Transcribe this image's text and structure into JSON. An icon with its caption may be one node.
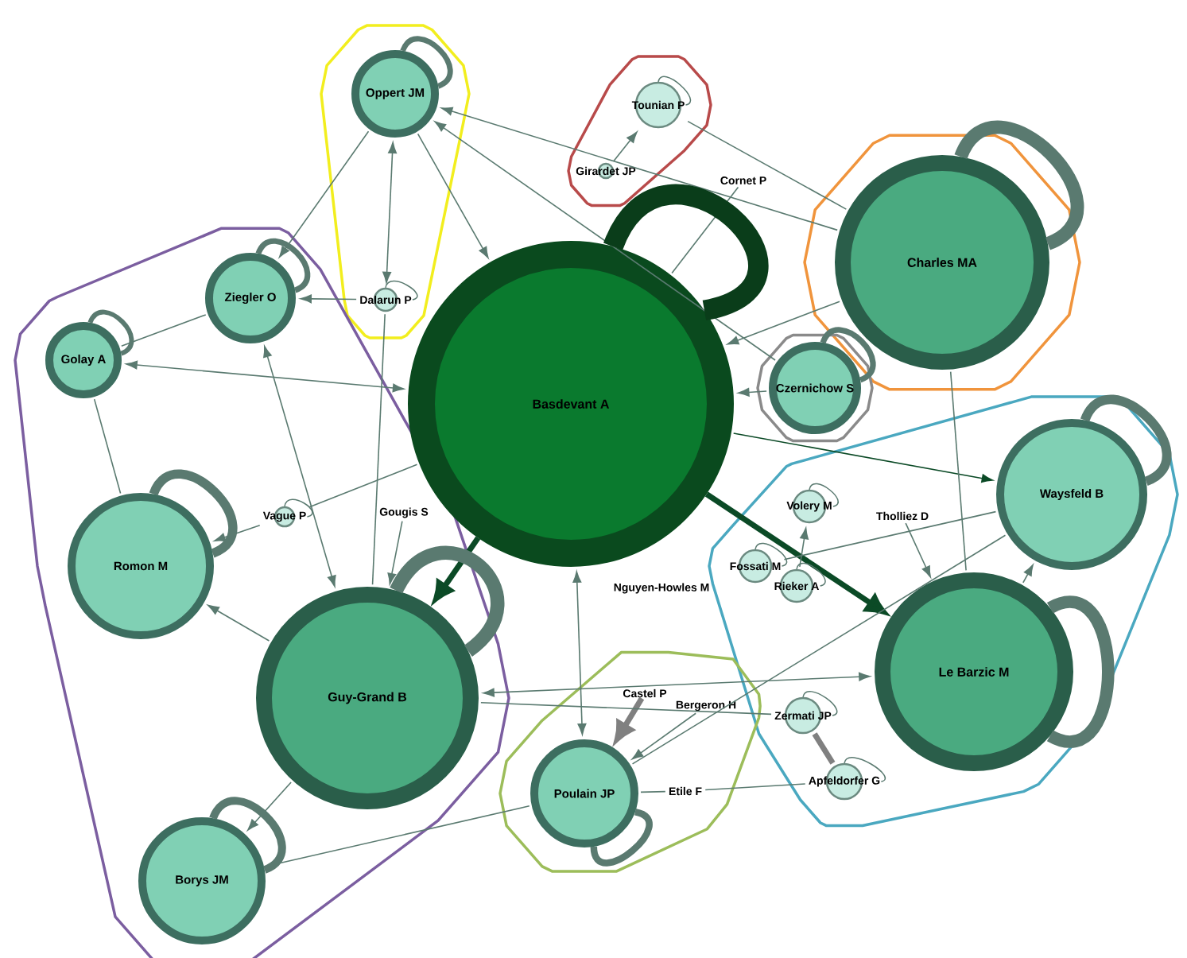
{
  "diagram": {
    "nodes": [
      {
        "text": [],
        "shape": "polygon"
      },
      {
        "text": [],
        "shape": "polygon"
      },
      {
        "text": [],
        "shape": "polygon"
      },
      {
        "text": [],
        "shape": "polygon"
      },
      {
        "text": [],
        "shape": "polygon"
      },
      {
        "text": [],
        "shape": "polygon"
      },
      {
        "text": [],
        "shape": "polygon"
      },
      {
        "text": [
          "Basdevant A"
        ]
      },
      {
        "text": [
          "Oppert JM"
        ],
        "in": 0
      },
      {
        "text": [
          "Tounian P"
        ],
        "in": 1
      },
      {
        "text": [
          "Girardet JP"
        ],
        "in": 1
      },
      {
        "text": [
          "Cornet P"
        ]
      },
      {
        "text": [
          "Charles MA"
        ],
        "in": 3
      },
      {
        "text": [
          "Ziegler O"
        ],
        "in": 2
      },
      {
        "text": [
          "Dalarun P"
        ],
        "in": 0
      },
      {
        "text": [
          "Golay A"
        ],
        "in": 2
      },
      {
        "text": [
          "Czernichow S"
        ],
        "in": 4
      },
      {
        "text": [
          "Waysfeld B"
        ],
        "in": 5
      },
      {
        "text": [
          "Romon M"
        ],
        "in": 2
      },
      {
        "text": [
          "Vague P"
        ],
        "in": 2
      },
      {
        "text": [
          "Gougis S"
        ],
        "in": 2
      },
      {
        "text": [
          "Volery M"
        ],
        "in": 5
      },
      {
        "text": [
          "Tholliez D"
        ],
        "in": 5
      },
      {
        "text": [
          "Fossati M"
        ],
        "in": 5
      },
      {
        "text": [
          "Rieker A"
        ],
        "in": 5
      },
      {
        "text": [
          "Nguyen-Howles M"
        ]
      },
      {
        "text": [
          "Guy-Grand B"
        ],
        "in": 2
      },
      {
        "text": [
          "Le Barzic M"
        ],
        "in": 5
      },
      {
        "text": [
          "Castel P"
        ],
        "in": 6
      },
      {
        "text": [
          "Bergeron H"
        ],
        "in": 6
      },
      {
        "text": [
          "Zermati JP"
        ],
        "in": 5
      },
      {
        "text": [
          "Poulain JP"
        ],
        "in": 6
      },
      {
        "text": [
          "Etile F"
        ],
        "in": 6
      },
      {
        "text": [
          "Apfeldorfer G"
        ],
        "in": 5
      },
      {
        "text": [
          "Borys JM"
        ],
        "in": 2
      }
    ],
    "edges": [
      {
        "from": 7,
        "to": 26,
        "arrow": "to",
        "style": "thick",
        "color": "#0b4a26"
      },
      {
        "from": 7,
        "to": 27,
        "arrow": "to",
        "style": "thick",
        "color": "#0b4a26"
      },
      {
        "from": 7,
        "to": 17,
        "arrow": "to",
        "color": "#0b4a26"
      },
      {
        "from": 12,
        "to": 7,
        "arrow": "to"
      },
      {
        "from": 8,
        "to": 7,
        "arrow": "to"
      },
      {
        "from": 8,
        "to": 14,
        "arrow": "both"
      },
      {
        "from": 8,
        "to": 13,
        "arrow": "to"
      },
      {
        "from": 10,
        "to": 9,
        "arrow": "to"
      },
      {
        "from": 16,
        "to": 8,
        "arrow": "to"
      },
      {
        "from": 12,
        "to": 8,
        "arrow": "to"
      },
      {
        "from": 9,
        "to": 12,
        "arrow": "none"
      },
      {
        "from": 11,
        "to": 7,
        "arrow": "none"
      },
      {
        "from": 15,
        "to": 7,
        "arrow": "both"
      },
      {
        "from": 13,
        "to": 26,
        "arrow": "both"
      },
      {
        "from": 14,
        "to": 13,
        "arrow": "to"
      },
      {
        "from": 14,
        "to": 26,
        "arrow": "none"
      },
      {
        "from": 19,
        "to": 18,
        "arrow": "to"
      },
      {
        "from": 19,
        "to": 7,
        "arrow": "none"
      },
      {
        "from": 26,
        "to": 34,
        "arrow": "to"
      },
      {
        "from": 34,
        "to": 31,
        "arrow": "none"
      },
      {
        "from": 27,
        "to": 26,
        "arrow": "both"
      },
      {
        "from": 7,
        "to": 31,
        "arrow": "both"
      },
      {
        "from": 28,
        "to": 31,
        "arrow": "to",
        "style": "thick",
        "color": "#808080"
      },
      {
        "from": 29,
        "to": 31,
        "arrow": "to"
      },
      {
        "from": 30,
        "to": 33,
        "arrow": "none",
        "style": "thick",
        "color": "#808080"
      },
      {
        "from": 32,
        "to": 31,
        "arrow": "none"
      },
      {
        "from": 32,
        "to": 33,
        "arrow": "none"
      },
      {
        "from": 27,
        "to": 17,
        "arrow": "to"
      },
      {
        "from": 22,
        "to": 27,
        "arrow": "to"
      },
      {
        "from": 24,
        "to": 21,
        "arrow": "to"
      },
      {
        "from": 23,
        "to": 17,
        "arrow": "none"
      },
      {
        "from": 26,
        "to": 18,
        "arrow": "to"
      },
      {
        "from": 20,
        "to": 26,
        "arrow": "to"
      },
      {
        "from": 12,
        "to": 27,
        "arrow": "none"
      },
      {
        "from": 16,
        "to": 7,
        "arrow": "to"
      },
      {
        "from": 30,
        "to": 26,
        "arrow": "none"
      },
      {
        "from": 31,
        "to": 17,
        "arrow": "none"
      },
      {
        "from": 15,
        "to": 18,
        "arrow": "none"
      },
      {
        "from": 15,
        "to": 13,
        "arrow": "none"
      },
      {
        "from": 7,
        "to": 7,
        "arrow": "none",
        "style": "thick",
        "color": "#0a3d1a"
      },
      {
        "from": 8,
        "to": 8,
        "arrow": "none",
        "style": "thick"
      },
      {
        "from": 9,
        "to": 9,
        "arrow": "none"
      },
      {
        "from": 12,
        "to": 12,
        "arrow": "none",
        "style": "thick"
      },
      {
        "from": 13,
        "to": 13,
        "arrow": "none",
        "style": "thick"
      },
      {
        "from": 14,
        "to": 14,
        "arrow": "none"
      },
      {
        "from": 15,
        "to": 15,
        "arrow": "none",
        "style": "thick"
      },
      {
        "from": 16,
        "to": 16,
        "arrow": "none",
        "style": "thick"
      },
      {
        "from": 17,
        "to": 17,
        "arrow": "none",
        "style": "thick"
      },
      {
        "from": 18,
        "to": 18,
        "arrow": "none",
        "style": "thick"
      },
      {
        "from": 19,
        "to": 19,
        "arrow": "none"
      },
      {
        "from": 21,
        "to": 21,
        "arrow": "none"
      },
      {
        "from": 23,
        "to": 23,
        "arrow": "none"
      },
      {
        "from": 24,
        "to": 24,
        "arrow": "none"
      },
      {
        "from": 26,
        "to": 26,
        "arrow": "none",
        "style": "thick"
      },
      {
        "from": 27,
        "to": 27,
        "arrow": "none",
        "style": "thick"
      },
      {
        "from": 30,
        "to": 30,
        "arrow": "none"
      },
      {
        "from": 31,
        "to": 31,
        "arrow": "none",
        "style": "thick"
      },
      {
        "from": 33,
        "to": 33,
        "arrow": "none"
      },
      {
        "from": 34,
        "to": 34,
        "arrow": "none",
        "style": "thick"
      }
    ]
  }
}
